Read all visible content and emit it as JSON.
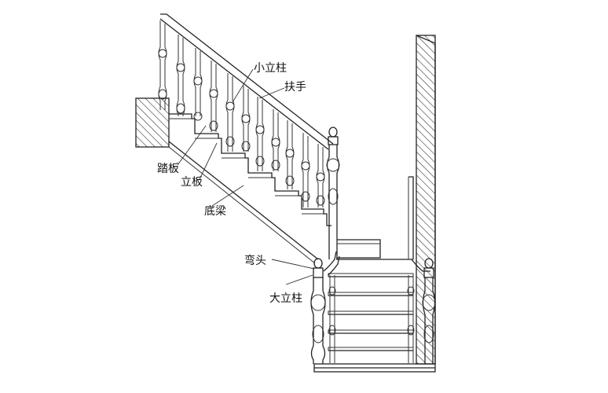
{
  "labels": {
    "small_post": "小立柱",
    "handrail": "扶手",
    "tread": "踏板",
    "riser": "立板",
    "stringer": "底梁",
    "gooseneck": "弯头",
    "newel_post": "大立柱"
  },
  "colors": {
    "line": "#222222",
    "background": "#ffffff"
  }
}
